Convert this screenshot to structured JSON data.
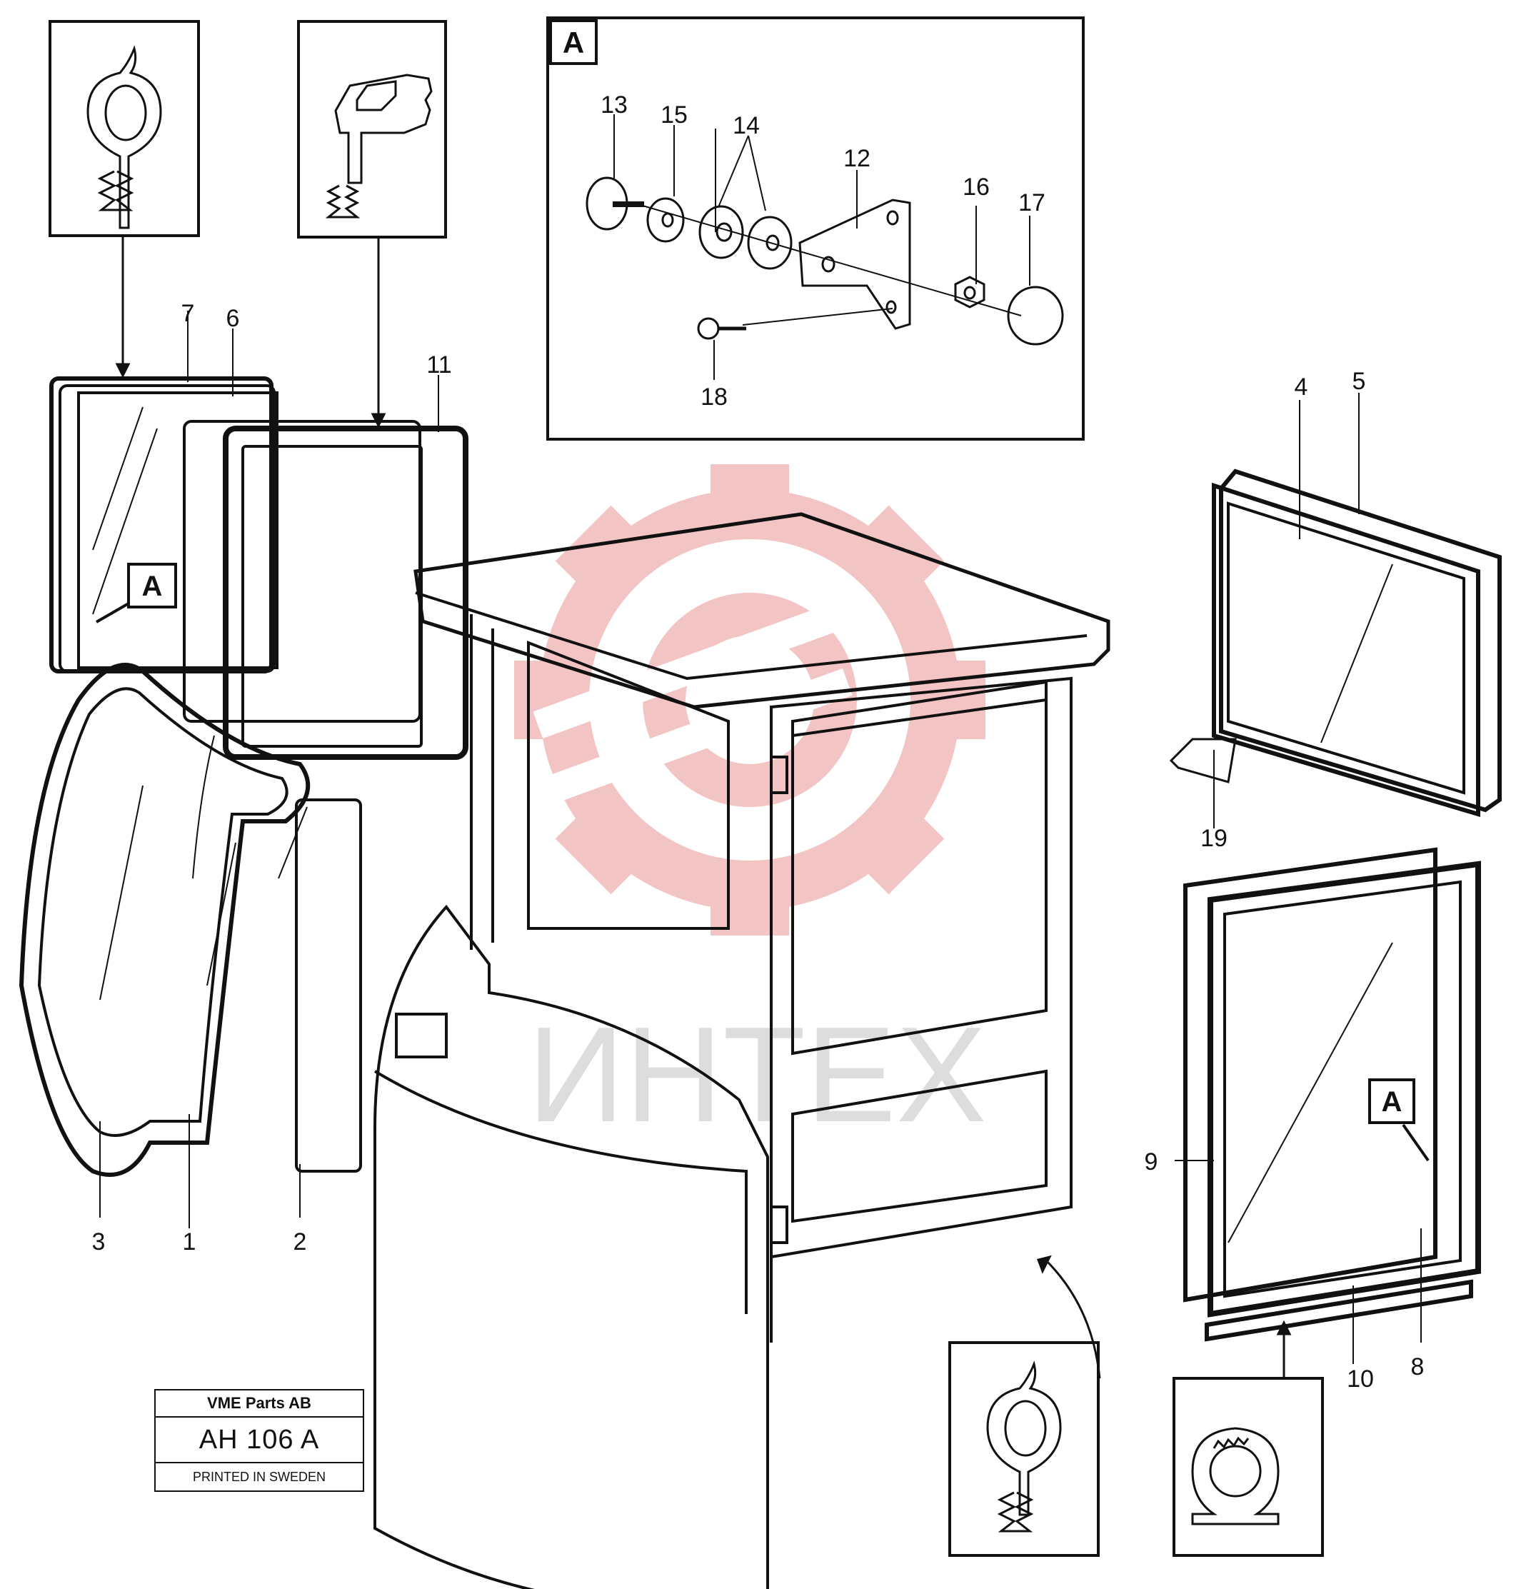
{
  "callouts": {
    "c1": "1",
    "c2": "2",
    "c3": "3",
    "c4": "4",
    "c5": "5",
    "c6": "6",
    "c7": "7",
    "c8": "8",
    "c9": "9",
    "c10": "10",
    "c11": "11",
    "c12": "12",
    "c13": "13",
    "c14": "14",
    "c15": "15",
    "c16": "16",
    "c17": "17",
    "c18": "18",
    "c19": "19"
  },
  "detail_label": "A",
  "title_block": {
    "company": "VME Parts AB",
    "drawing_number": "AH 106 A",
    "printed": "PRINTED IN SWEDEN"
  },
  "watermark": {
    "text": "ИНТЕХ",
    "gear_color": "#f2c4c4",
    "text_color": "#dddddd"
  }
}
